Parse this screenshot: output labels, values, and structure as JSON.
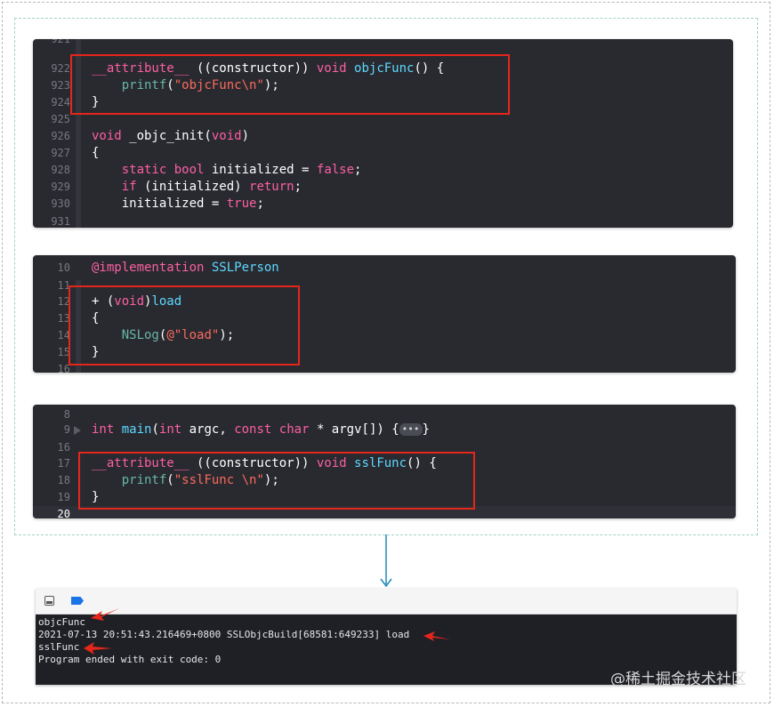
{
  "panel1": {
    "lines": [
      {
        "n": "921"
      },
      {
        "n": "922"
      },
      {
        "n": "923"
      },
      {
        "n": "924"
      },
      {
        "n": "925"
      },
      {
        "n": "926"
      },
      {
        "n": "927"
      },
      {
        "n": "928"
      },
      {
        "n": "929"
      },
      {
        "n": "930"
      },
      {
        "n": "931"
      }
    ],
    "tokens": {
      "l922a": "__attribute__",
      "l922b": " ((constructor)) ",
      "l922c": "void",
      "l922d": " ",
      "l922e": "objcFunc",
      "l922f": "() {",
      "l923a": "printf",
      "l923b": "(",
      "l923c": "\"objcFunc\\n\"",
      "l923d": ");",
      "l924": "}",
      "l926a": "void",
      "l926b": " _objc_init(",
      "l926c": "void",
      "l926d": ")",
      "l927": "{",
      "l928a": "static",
      "l928b": "bool",
      "l928c": " initialized = ",
      "l928d": "false",
      "l928e": ";",
      "l929a": "if",
      "l929b": " (initialized) ",
      "l929c": "return",
      "l929d": ";",
      "l930a": "initialized = ",
      "l930b": "true",
      "l930c": ";"
    }
  },
  "panel2": {
    "lines": [
      {
        "n": "10"
      },
      {
        "n": "11"
      },
      {
        "n": "12"
      },
      {
        "n": "13"
      },
      {
        "n": "14"
      },
      {
        "n": "15"
      },
      {
        "n": "16"
      }
    ],
    "tokens": {
      "l10a": "@implementation",
      "l10b": "SSLPerson",
      "l12a": "+ (",
      "l12b": "void",
      "l12c": ")",
      "l12d": "load",
      "l13": "{",
      "l14a": "NSLog",
      "l14b": "(",
      "l14c": "@\"load\"",
      "l14d": ");",
      "l15": "}"
    }
  },
  "panel3": {
    "lines": [
      {
        "n": "8"
      },
      {
        "n": "9"
      },
      {
        "n": "16"
      },
      {
        "n": "17"
      },
      {
        "n": "18"
      },
      {
        "n": "19"
      },
      {
        "n": "20"
      }
    ],
    "tokens": {
      "l9a": "int",
      "l9b": "main",
      "l9c": "(",
      "l9d": "int",
      "l9e": " argc, ",
      "l9f": "const",
      "l9g": "char",
      "l9h": " * argv[]) {",
      "l9fold": "•••",
      "l9i": "}",
      "l17a": "__attribute__",
      "l17b": " ((constructor)) ",
      "l17c": "void",
      "l17d": " ",
      "l17e": "sslFunc",
      "l17f": "() {",
      "l18a": "printf",
      "l18b": "(",
      "l18c": "\"sslFunc \\n\"",
      "l18d": ");",
      "l19": "}"
    }
  },
  "console": {
    "lines": [
      "objcFunc",
      "2021-07-13 20:51:43.216469+0800 SSLObjcBuild[68581:649233] load",
      "sslFunc",
      "Program ended with exit code: 0"
    ]
  },
  "watermark": "@稀土掘金技术社区",
  "colors": {
    "editor_bg": "#292a30",
    "keyword": "#fc5fa3",
    "function": "#67b7a4",
    "type": "#5dd8ff",
    "string": "#fc6a5d",
    "highlight": "#e5261a",
    "connector": "#1e88b8"
  }
}
